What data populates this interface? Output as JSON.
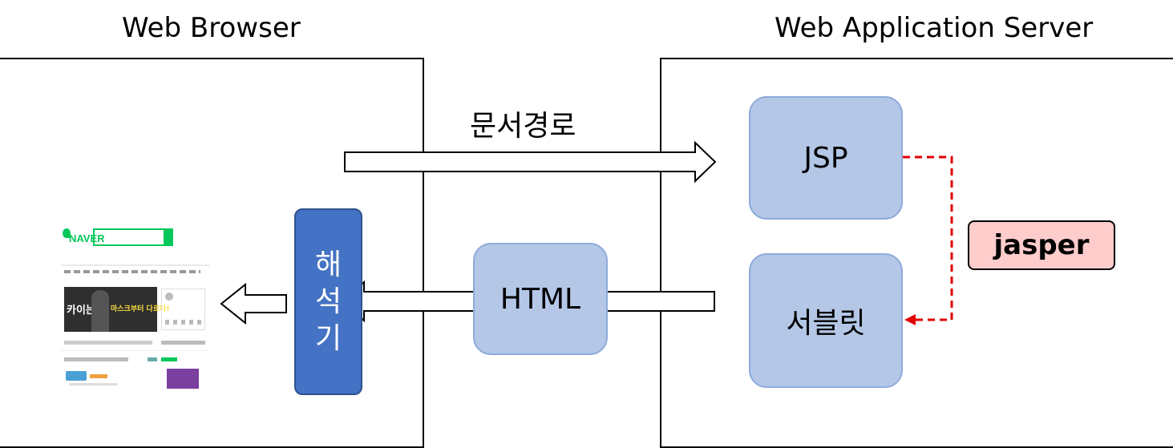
{
  "left_panel": {
    "title": "Web Browser"
  },
  "right_panel": {
    "title": "Web Application Server"
  },
  "arrows": {
    "request_label": "문서경로"
  },
  "interpreter": {
    "label": "해석기",
    "color": "#4472c4"
  },
  "html_box": {
    "label": "HTML"
  },
  "jsp_box": {
    "label": "JSP"
  },
  "servlet_box": {
    "label": "서블릿"
  },
  "jasper": {
    "label": "jasper",
    "fill": "#ffcccc"
  },
  "dashed_color": "#e00000",
  "thumbnail": {
    "logo": "NAVER",
    "banner_text_1": "카이는",
    "banner_text_2": "마스크부터 다르다!"
  }
}
